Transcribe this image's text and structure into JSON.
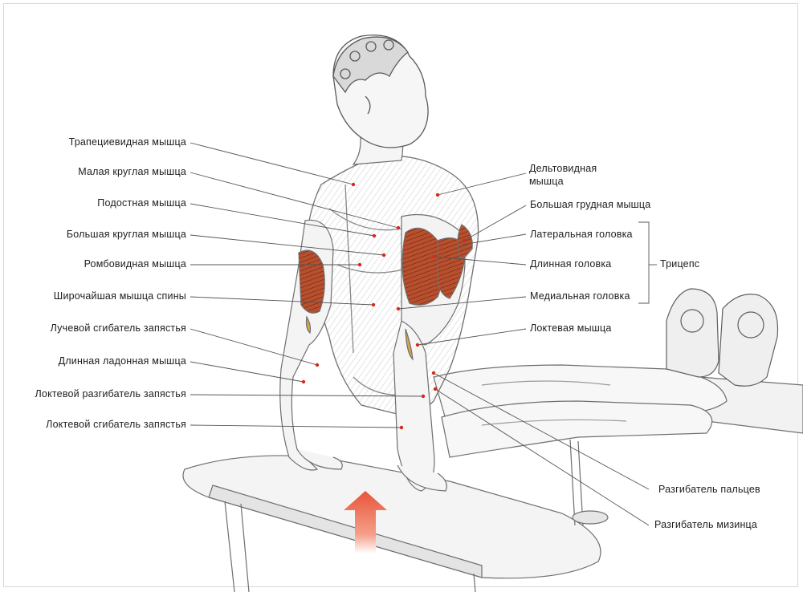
{
  "left_labels": [
    {
      "text": "Трапециевидная мышца"
    },
    {
      "text": "Малая круглая мышца"
    },
    {
      "text": "Подостная мышца"
    },
    {
      "text": "Большая круглая мышца"
    },
    {
      "text": "Ромбовидная мышца"
    },
    {
      "text": "Широчайшая мышца спины"
    },
    {
      "text": "Лучевой сгибатель запястья"
    },
    {
      "text": "Длинная ладонная мышца"
    },
    {
      "text": "Локтевой разгибатель запястья"
    },
    {
      "text": "Локтевой сгибатель запястья"
    }
  ],
  "right_labels": {
    "deltoid_line1": "Дельтовидная",
    "deltoid_line2": "мышца",
    "pectoralis": "Большая грудная мышца",
    "lateral_head": "Латеральная головка",
    "long_head": "Длинная головка",
    "medial_head": "Медиальная головка",
    "anconeus": "Локтевая мышца",
    "triceps": "Трицепс"
  },
  "bottom_labels": {
    "finger_extensor": "Разгибатель пальцев",
    "pinky_extensor": "Разгибатель мизинца"
  },
  "colors": {
    "muscle_highlight": "#b8502e",
    "muscle_dark": "#7a2a14",
    "arrow": "#e8553a",
    "leader_line": "#555555",
    "marker_dot": "#d42a1c",
    "outline": "#6f6f6f"
  }
}
